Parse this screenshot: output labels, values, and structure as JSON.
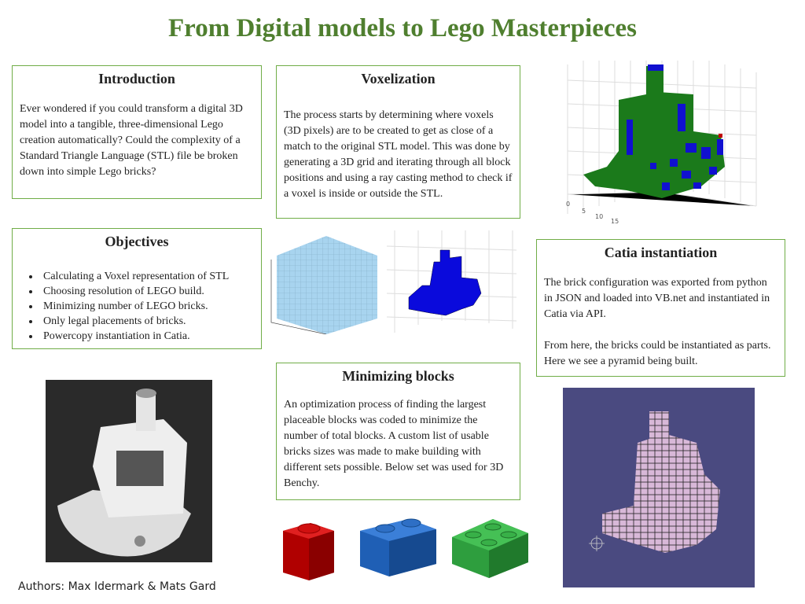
{
  "title": "From Digital models to Lego Masterpieces",
  "intro": {
    "heading": "Introduction",
    "text": "Ever wondered if you could transform a digital 3D model into a tangible, three-dimensional Lego creation automatically? Could the complexity of a Standard Triangle Language (STL) file be broken down into simple Lego bricks?"
  },
  "voxel": {
    "heading": "Voxelization",
    "text": "The process starts by determining where voxels (3D pixels) are to be created to get as close of a match to the original STL model. This was done by generating a 3D grid and iterating through all block positions and using a ray casting method to check if a voxel is inside or outside the STL."
  },
  "objectives": {
    "heading": "Objectives",
    "items": [
      "Calculating a Voxel representation of STL",
      "Choosing resolution of LEGO build.",
      "Minimizing number of LEGO bricks.",
      "Only legal placements of bricks.",
      "Powercopy instantiation in Catia."
    ]
  },
  "catia": {
    "heading": "Catia instantiation",
    "p1": "The brick configuration was exported from python in JSON and loaded into VB.net and instantiated in Catia via API.",
    "p2": "From here, the bricks could be instantiated as parts. Here we see a pyramid being built."
  },
  "minimize": {
    "heading": "Minimizing blocks",
    "text": "An optimization process of finding the largest placeable blocks was coded to minimize the number of total blocks. A custom list of usable bricks sizes was made to make building with different sets possible. Below set was used for 3D Benchy."
  },
  "plot_ticks": [
    "0",
    "5",
    "10",
    "15"
  ],
  "authors": "Authors: Max Idermark & Mats Gard",
  "colors": {
    "accent": "#70ad47",
    "title": "#4f7f2f",
    "red": "#c00000",
    "blue": "#1f5fb5",
    "green": "#2e9e3e"
  }
}
